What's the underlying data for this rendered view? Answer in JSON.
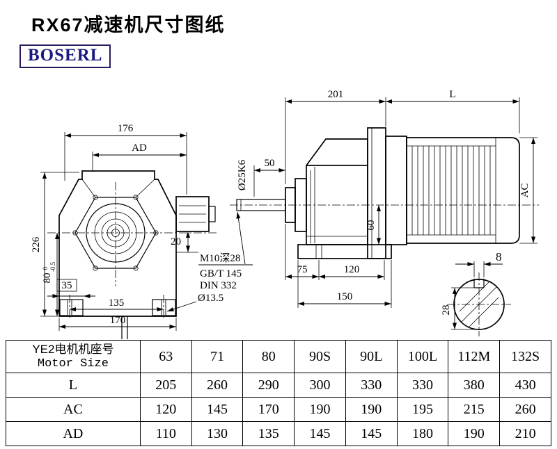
{
  "page": {
    "title": "RX67减速机尺寸图纸",
    "brand": "BOSERL"
  },
  "colors": {
    "brand_text": "#19197e",
    "brand_border": "#2b1a5e",
    "line": "#000000"
  },
  "front_view": {
    "dim_top_width": "176",
    "dim_ad": "AD",
    "dim_height": "226",
    "dim_center_height": "80",
    "tol_upper": "0",
    "tol_lower": "-0.5",
    "dim_foot_offset": "35",
    "dim_bolt_span": "135",
    "dim_base_width": "170",
    "dim_side": "20",
    "dim_foot_hole": "Ø13.5"
  },
  "side_view": {
    "dim_housing_length": "201",
    "dim_motor_length": "L",
    "dim_shaft_length": "50",
    "dim_shaft_dia": "Ø25K6",
    "dim_motor_height": "AC",
    "dim_center": "60",
    "note_tap": "M10深28",
    "note_std1": "GB/T 145",
    "note_std2": "DIN 332",
    "dim_foot_front": "75",
    "dim_foot_span": "120",
    "dim_foot_total": "150"
  },
  "shaft_view": {
    "dim_key_width": "8",
    "dim_key_depth": "28"
  },
  "table": {
    "header": {
      "line1": "YE2电机机座号",
      "line2": "Motor Size"
    },
    "sizes": [
      "63",
      "71",
      "80",
      "90S",
      "90L",
      "100L",
      "112M",
      "132S"
    ],
    "rows": [
      {
        "label": "L",
        "values": [
          "205",
          "260",
          "290",
          "300",
          "330",
          "330",
          "380",
          "430"
        ]
      },
      {
        "label": "AC",
        "values": [
          "120",
          "145",
          "170",
          "190",
          "190",
          "195",
          "215",
          "260"
        ]
      },
      {
        "label": "AD",
        "values": [
          "110",
          "130",
          "135",
          "145",
          "145",
          "180",
          "190",
          "210"
        ]
      }
    ]
  }
}
